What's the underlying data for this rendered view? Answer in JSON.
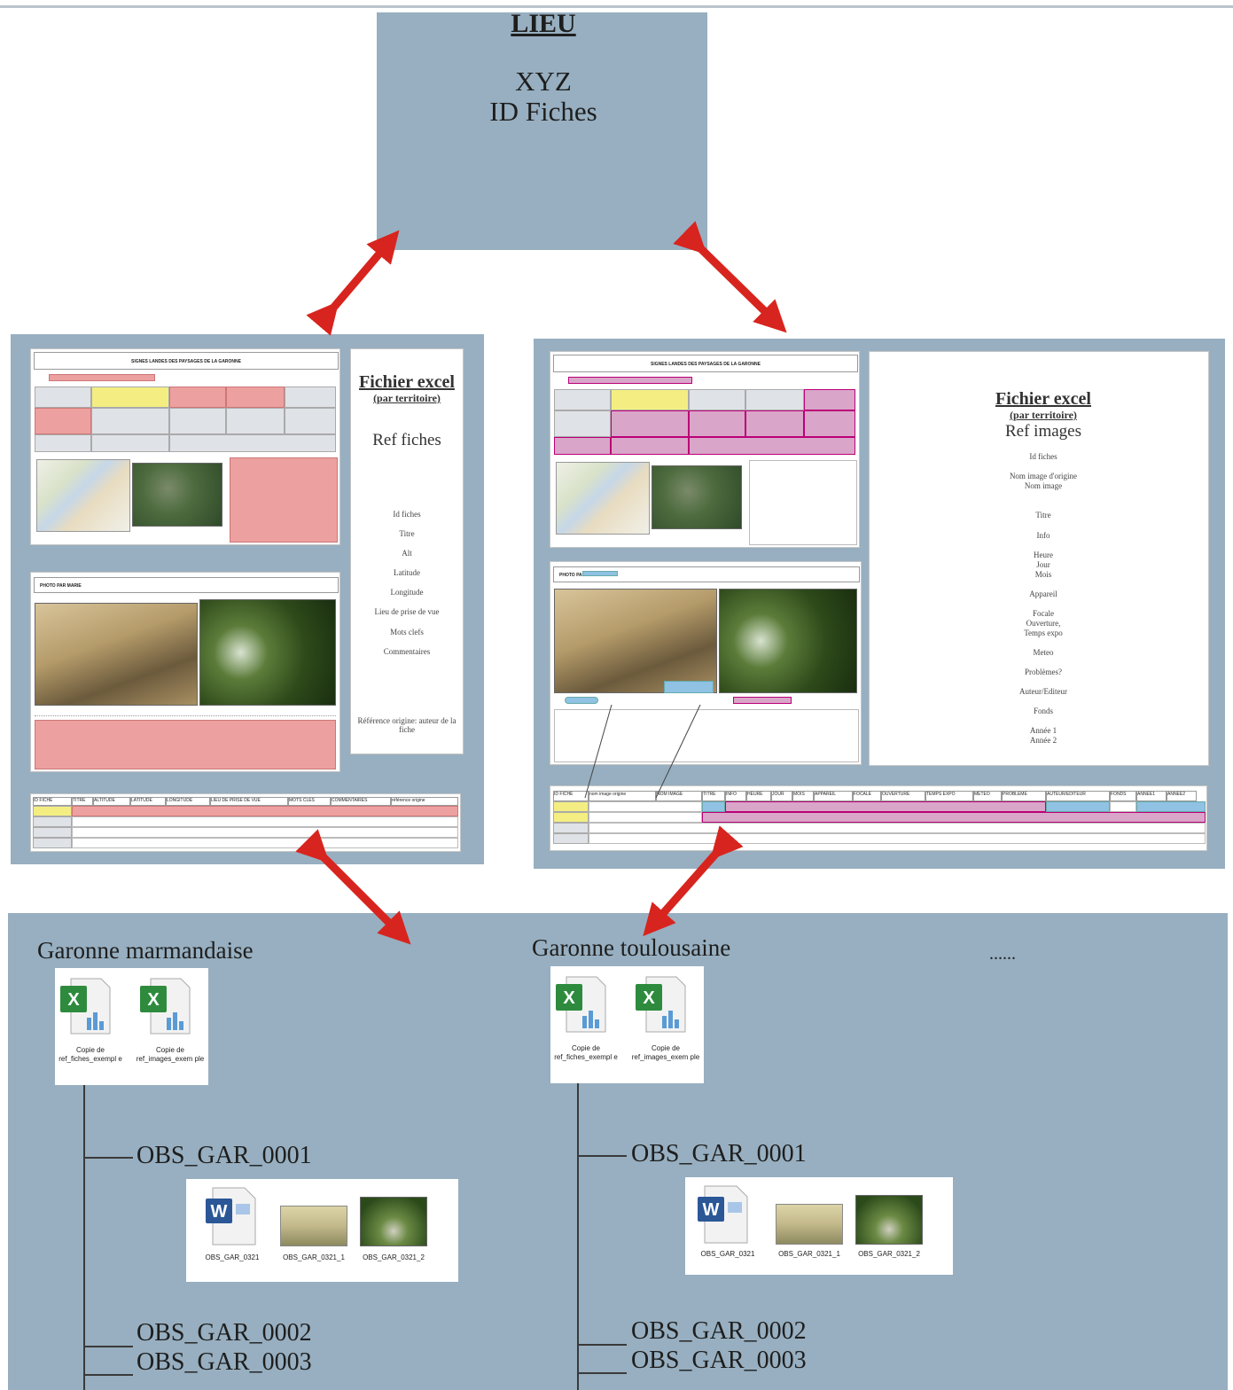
{
  "lieu_box": {
    "title": "LIEU",
    "line1": "XYZ",
    "line2": "ID Fiches"
  },
  "left_panel": {
    "form_header": "SIGNES LANDES DES PAYSAGES DE LA GARONNE",
    "photo_header": "PHOTO PAR MARIE",
    "excel_title": "Fichier excel",
    "excel_subtitle": "(par territoire)",
    "ref_title": "Ref fiches",
    "fields": [
      "Id fiches",
      "Titre",
      "Alt",
      "Latitude",
      "Longitude",
      "Lieu de prise de vue",
      "Mots clefs",
      "Commentaires"
    ],
    "origin_note": "Référence origine: auteur de la fiche",
    "table_headers": [
      "ID FICHE",
      "TITRE",
      "ALTITUDE",
      "LATITUDE",
      "LONGITUDE",
      "LIEU DE PRISE DE VUE",
      "MOTS CLES",
      "COMMENTAIRES",
      "référence origine"
    ]
  },
  "right_panel": {
    "excel_title": "Fichier excel",
    "excel_subtitle": "(par territoire)",
    "ref_title": "Ref images",
    "fields": [
      "Id fiches",
      "Nom image d'origine",
      "Nom image",
      "Titre",
      "Info",
      "Heure",
      "Jour",
      "Mois",
      "Appareil",
      "Focale",
      "Ouverture,",
      "Temps expo",
      "Meteo",
      "Problèmes?",
      "Auteur/Editeur",
      "Fonds",
      "Année 1",
      "Année 2"
    ],
    "table_headers": [
      "ID FICHE",
      "nom image origine",
      "NOM IMAGE",
      "TITRE",
      "INFO",
      "HEURE",
      "JOUR",
      "MOIS",
      "APPAREIL",
      "FOCALE",
      "OUVERTURE",
      "TEMPS EXPO",
      "METEO",
      "PROBLEME",
      "AUTEUR/EDITEUR",
      "FONDS",
      "ANNEE1",
      "ANNEE2"
    ]
  },
  "bottom": {
    "group_left": "Garonne marmandaise",
    "group_right": "Garonne toulousaine",
    "ellipsis": "......",
    "excel_files": [
      "Copie de ref_fiches_exempl e",
      "Copie de ref_images_exem ple"
    ],
    "obs_items": [
      "OBS_GAR_0001",
      "OBS_GAR_0002",
      "OBS_GAR_0003"
    ],
    "media_files": [
      "OBS_GAR_0321",
      "OBS_GAR_0321_1",
      "OBS_GAR_0321_2"
    ]
  },
  "colors": {
    "panel_blue": "#97afc0",
    "arrow_red": "#d8241e",
    "highlight_red": "#eda0a0",
    "highlight_yellow": "#f4ee82",
    "highlight_magenta": "#d9a6c9",
    "highlight_blue": "#8fc2e3"
  }
}
